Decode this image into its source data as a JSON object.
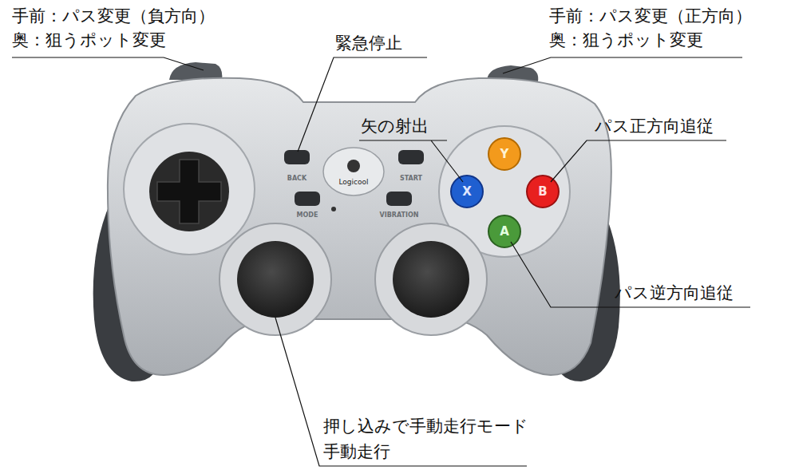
{
  "diagram": {
    "labels": [
      "手前：パス変更（負方向）",
      "奥：狙うポット変更",
      "手前：パス変更（正方向）",
      "奥：狙うポット変更",
      "緊急停止",
      "矢の射出",
      "パス正方向追従",
      "パス逆方向追従",
      "押し込みで手動走行モード",
      "手動走行",
      "BACK",
      "START",
      "MODE",
      "VIBRATION",
      "Logicool",
      "Y",
      "X",
      "B",
      "A"
    ]
  }
}
